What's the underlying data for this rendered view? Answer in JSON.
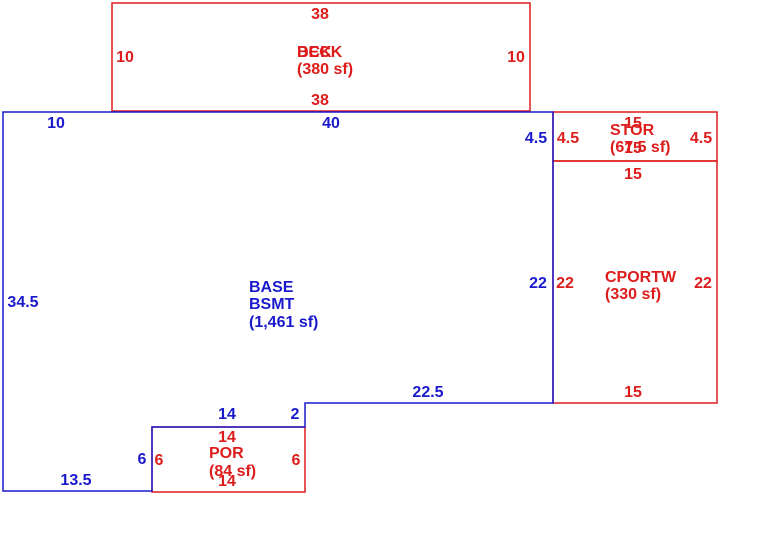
{
  "colors": {
    "base": "#1a1acc",
    "addition": "#dd1c1c"
  },
  "areas": {
    "base": {
      "code": "BASE",
      "name": "BSMT",
      "area": "(1,461 sf)"
    },
    "deck": {
      "code": "DECK",
      "overlap_code": "BCK",
      "area": "(380 sf)"
    },
    "stor": {
      "code": "STOR",
      "area": "(67.5 sf)",
      "overlap_area": "(67.5 sf)"
    },
    "cport": {
      "code": "CPORTW",
      "area": "(330 sf)"
    },
    "por": {
      "code": "POR",
      "area": "(84 sf)"
    }
  },
  "dimensions": {
    "base": {
      "top_left": "10",
      "top": "40",
      "right_upper": "4.5",
      "right": "22",
      "left": "34.5",
      "step_bottom": "22.5",
      "step_vertical": "2",
      "notch_top": "14",
      "notch_side": "6",
      "bottom": "13.5"
    },
    "deck": {
      "top": "38",
      "bottom": "38",
      "left": "10",
      "right": "10"
    },
    "stor": {
      "top": "15",
      "top_overlap": "15",
      "bottom": "15",
      "left": "4.5",
      "right": "4.5"
    },
    "cport": {
      "left": "22",
      "right": "22",
      "bottom": "15"
    },
    "por": {
      "top": "14",
      "bottom": "14",
      "left": "6",
      "right": "6"
    }
  }
}
